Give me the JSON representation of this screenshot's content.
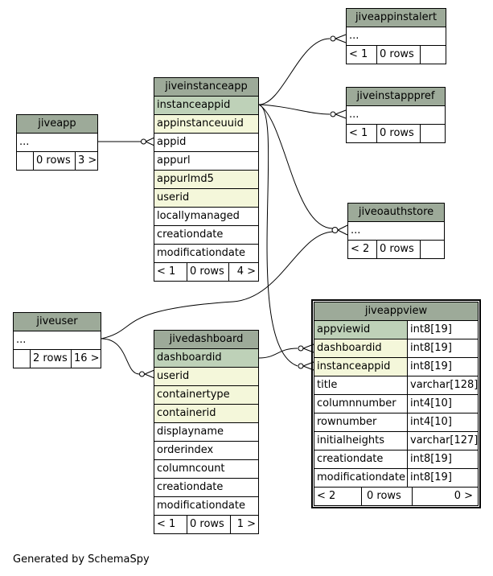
{
  "tables": {
    "jiveappinstalert": {
      "name": "jiveappinstalert",
      "ellipsis": "...",
      "parents": "< 1",
      "rows": "0 rows",
      "children": ""
    },
    "jiveinstapppref": {
      "name": "jiveinstapppref",
      "ellipsis": "...",
      "parents": "< 1",
      "rows": "0 rows",
      "children": ""
    },
    "jiveapp": {
      "name": "jiveapp",
      "ellipsis": "...",
      "parents": "",
      "rows": "0 rows",
      "children": "3 >"
    },
    "jiveinstanceapp": {
      "name": "jiveinstanceapp",
      "columns": [
        "instanceappid",
        "appinstanceuuid",
        "appid",
        "appurl",
        "appurlmd5",
        "userid",
        "locallymanaged",
        "creationdate",
        "modificationdate"
      ],
      "parents": "< 1",
      "rows": "0 rows",
      "children": "4 >"
    },
    "jiveoauthstore": {
      "name": "jiveoauthstore",
      "ellipsis": "...",
      "parents": "< 2",
      "rows": "0 rows",
      "children": ""
    },
    "jiveuser": {
      "name": "jiveuser",
      "ellipsis": "...",
      "parents": "",
      "rows": "2 rows",
      "children": "16 >"
    },
    "jivedashboard": {
      "name": "jivedashboard",
      "columns": [
        "dashboardid",
        "userid",
        "containertype",
        "containerid",
        "displayname",
        "orderindex",
        "columncount",
        "creationdate",
        "modificationdate"
      ],
      "parents": "< 1",
      "rows": "0 rows",
      "children": "1 >"
    },
    "jiveappview": {
      "name": "jiveappview",
      "columns": [
        {
          "name": "appviewid",
          "type": "int8[19]"
        },
        {
          "name": "dashboardid",
          "type": "int8[19]"
        },
        {
          "name": "instanceappid",
          "type": "int8[19]"
        },
        {
          "name": "title",
          "type": "varchar[128]"
        },
        {
          "name": "columnnumber",
          "type": "int4[10]"
        },
        {
          "name": "rownumber",
          "type": "int4[10]"
        },
        {
          "name": "initialheights",
          "type": "varchar[127]"
        },
        {
          "name": "creationdate",
          "type": "int8[19]"
        },
        {
          "name": "modificationdate",
          "type": "int8[19]"
        }
      ],
      "parents": "< 2",
      "rows": "0 rows",
      "children": "0 >"
    }
  },
  "footer": "Generated by SchemaSpy",
  "colors": {
    "header": "#9daa99",
    "primary_key": "#bed1b8",
    "foreign_key": "#f4f7da",
    "line": "#000000"
  }
}
